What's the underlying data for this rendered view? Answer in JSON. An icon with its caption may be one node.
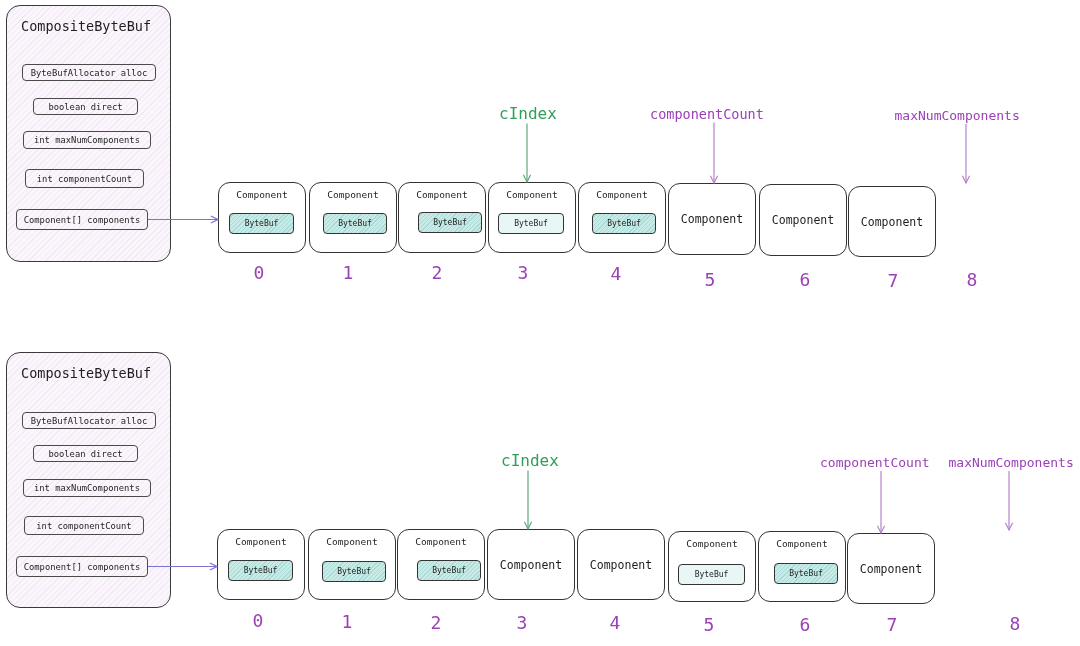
{
  "diagram": {
    "nodes": [
      {
        "text": [
          "CompositeByteBuf"
        ]
      },
      {
        "text": [
          "ByteBufAllocator alloc"
        ],
        "in": 0
      },
      {
        "text": [
          "boolean direct"
        ],
        "in": 0
      },
      {
        "text": [
          "int maxNumComponents"
        ],
        "in": 0
      },
      {
        "text": [
          "int componentCount"
        ],
        "in": 0
      },
      {
        "text": [
          "Component[] components"
        ],
        "in": 0
      },
      {
        "text": [
          "cIndex"
        ]
      },
      {
        "text": [
          "componentCount"
        ]
      },
      {
        "text": [
          "maxNumComponents"
        ]
      },
      {
        "text": [
          "Component"
        ],
        "beside": [
          "0"
        ]
      },
      {
        "text": [
          "ByteBuf"
        ],
        "in": 9
      },
      {
        "text": [
          "Component"
        ],
        "beside": [
          "1"
        ]
      },
      {
        "text": [
          "ByteBuf"
        ],
        "in": 11
      },
      {
        "text": [
          "Component"
        ],
        "beside": [
          "2"
        ]
      },
      {
        "text": [
          "ByteBuf"
        ],
        "in": 13
      },
      {
        "text": [
          "Component"
        ],
        "beside": [
          "3"
        ]
      },
      {
        "text": [
          "ByteBuf"
        ],
        "in": 15
      },
      {
        "text": [
          "Component"
        ],
        "beside": [
          "4"
        ]
      },
      {
        "text": [
          "ByteBuf"
        ],
        "in": 17
      },
      {
        "text": [
          "Component"
        ],
        "beside": [
          "5"
        ]
      },
      {
        "text": [
          "Component"
        ],
        "beside": [
          "6"
        ]
      },
      {
        "text": [
          "Component"
        ],
        "beside": [
          "7"
        ]
      },
      {
        "text": [
          "CompositeByteBuf"
        ]
      },
      {
        "text": [
          "ByteBufAllocator alloc"
        ],
        "in": 22
      },
      {
        "text": [
          "boolean direct"
        ],
        "in": 22
      },
      {
        "text": [
          "int maxNumComponents"
        ],
        "in": 22
      },
      {
        "text": [
          "int componentCount"
        ],
        "in": 22
      },
      {
        "text": [
          "Component[] components"
        ],
        "in": 22
      },
      {
        "text": [
          "cIndex"
        ]
      },
      {
        "text": [
          "componentCount"
        ]
      },
      {
        "text": [
          "maxNumComponents"
        ]
      },
      {
        "text": [
          "Component"
        ],
        "beside": [
          "0"
        ]
      },
      {
        "text": [
          "ByteBuf"
        ],
        "in": 31
      },
      {
        "text": [
          "Component"
        ],
        "beside": [
          "1"
        ]
      },
      {
        "text": [
          "ByteBuf"
        ],
        "in": 33
      },
      {
        "text": [
          "Component"
        ],
        "beside": [
          "2"
        ]
      },
      {
        "text": [
          "ByteBuf"
        ],
        "in": 35
      },
      {
        "text": [
          "Component"
        ],
        "beside": [
          "3"
        ]
      },
      {
        "text": [
          "Component"
        ],
        "beside": [
          "4"
        ]
      },
      {
        "text": [
          "Component"
        ],
        "beside": [
          "5"
        ]
      },
      {
        "text": [
          "ByteBuf"
        ],
        "in": 39
      },
      {
        "text": [
          "Component"
        ],
        "beside": [
          "6"
        ]
      },
      {
        "text": [
          "ByteBuf"
        ],
        "in": 41
      },
      {
        "text": [
          "Component"
        ],
        "beside": [
          "7"
        ]
      }
    ],
    "edges": [
      {
        "from": 5,
        "to": 9,
        "arrow": "to",
        "color": "#7b72d6"
      },
      {
        "from": 6,
        "to": 15,
        "arrow": "to",
        "color": "#5fa97a"
      },
      {
        "from": 7,
        "to": 19,
        "arrow": "to",
        "color": "#b683c9"
      },
      {
        "from": 8,
        "to": null,
        "arrow": "to",
        "color": "#b683c9"
      },
      {
        "from": 27,
        "to": 31,
        "arrow": "to",
        "color": "#7b72d6"
      },
      {
        "from": 28,
        "to": 37,
        "arrow": "to",
        "color": "#5fa97a"
      },
      {
        "from": 29,
        "to": 43,
        "arrow": "to",
        "color": "#b683c9"
      },
      {
        "from": 30,
        "to": null,
        "arrow": "to",
        "color": "#b683c9"
      }
    ],
    "labels": [
      "8",
      "8"
    ]
  }
}
